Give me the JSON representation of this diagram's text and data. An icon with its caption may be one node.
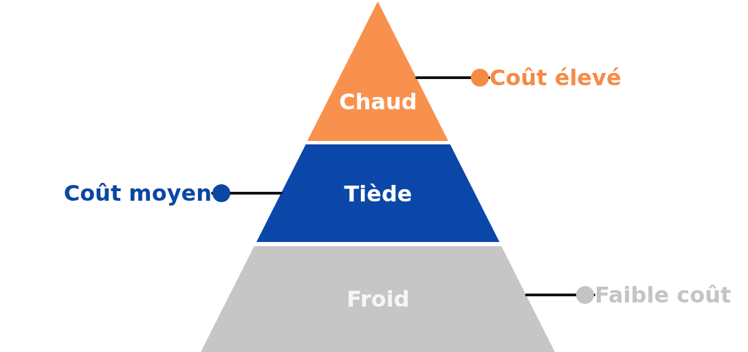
{
  "diagram": {
    "nodes": [
      {
        "text": [
          "Chaud"
        ]
      },
      {
        "text": [
          "Coût élevé"
        ]
      },
      {
        "text": [
          "Coût moyen"
        ]
      },
      {
        "text": [
          "Tiède"
        ]
      },
      {
        "text": [
          "Froid"
        ]
      },
      {
        "text": [
          "Faible coût"
        ]
      }
    ],
    "edges": [
      {
        "from": 1,
        "to": 0,
        "arrow": "other"
      },
      {
        "from": 2,
        "to": 3,
        "arrow": "other"
      },
      {
        "from": 5,
        "to": 4,
        "arrow": "other"
      }
    ]
  }
}
